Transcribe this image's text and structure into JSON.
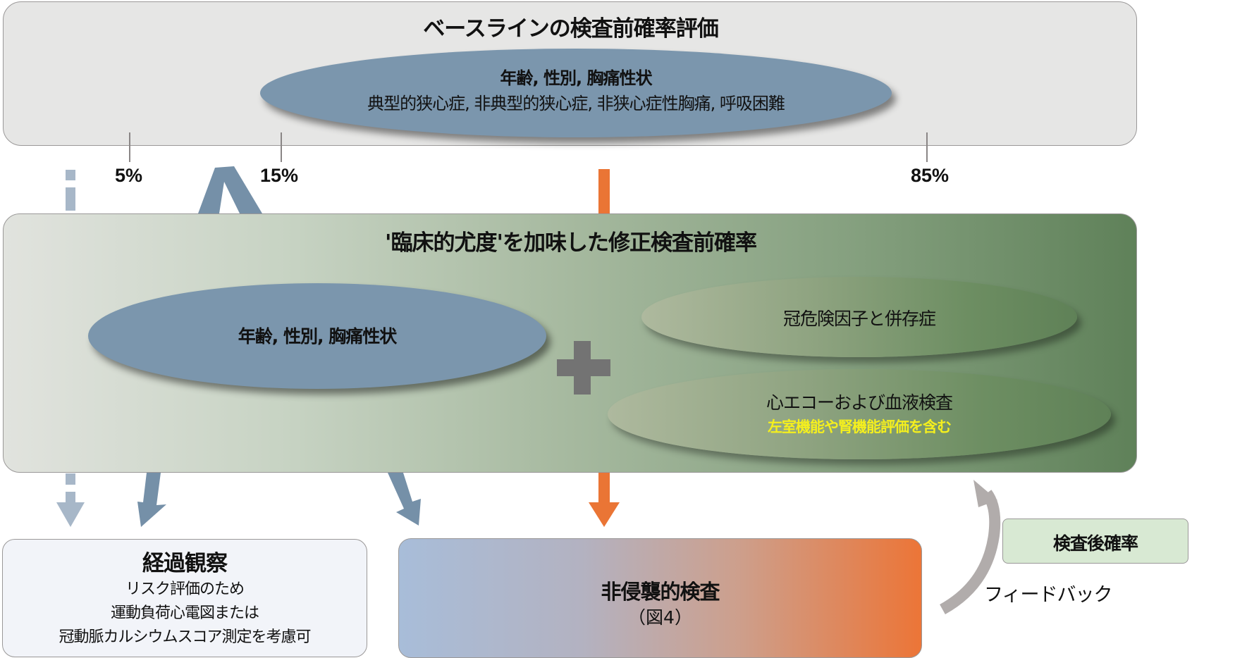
{
  "baseline": {
    "title": "ベースラインの検査前確率評価",
    "ellipse_line1": "年齢, 性別, 胸痛性状",
    "ellipse_line2": "典型的狭心症, 非典型的狭心症, 非狭心症性胸痛, 呼吸困難"
  },
  "thresholds": {
    "low": "5%",
    "mid": "15%",
    "high": "85%"
  },
  "modified": {
    "title": "'臨床的尤度'を加味した修正検査前確率",
    "ellipse_main": "年齢, 性別, 胸痛性状",
    "plus_icon": "plus",
    "risk_factors": "冠危険因子と併存症",
    "echo_line1": "心エコーおよび血液検査",
    "echo_line2": "左室機能や腎機能評価を含む"
  },
  "followup": {
    "title": "経過観察",
    "lines": [
      "リスク評価のため",
      "運動負荷心電図または",
      "冠動脈カルシウムスコア測定を考慮可"
    ]
  },
  "noninvasive": {
    "title": "非侵襲的検査",
    "subtitle": "（図4）"
  },
  "posttest": {
    "label": "検査後確率"
  },
  "feedback": {
    "label": "フィードバック"
  },
  "colors": {
    "ellipse_blue": "#7b96ad",
    "arrow_blue": "#7590a8",
    "arrow_light_blue": "#a7b7c8",
    "arrow_orange": "#ea7535",
    "feedback_gray": "#b1acab",
    "highlight_yellow": "#f4ef1e",
    "posttest_green": "#d8e9d3"
  }
}
